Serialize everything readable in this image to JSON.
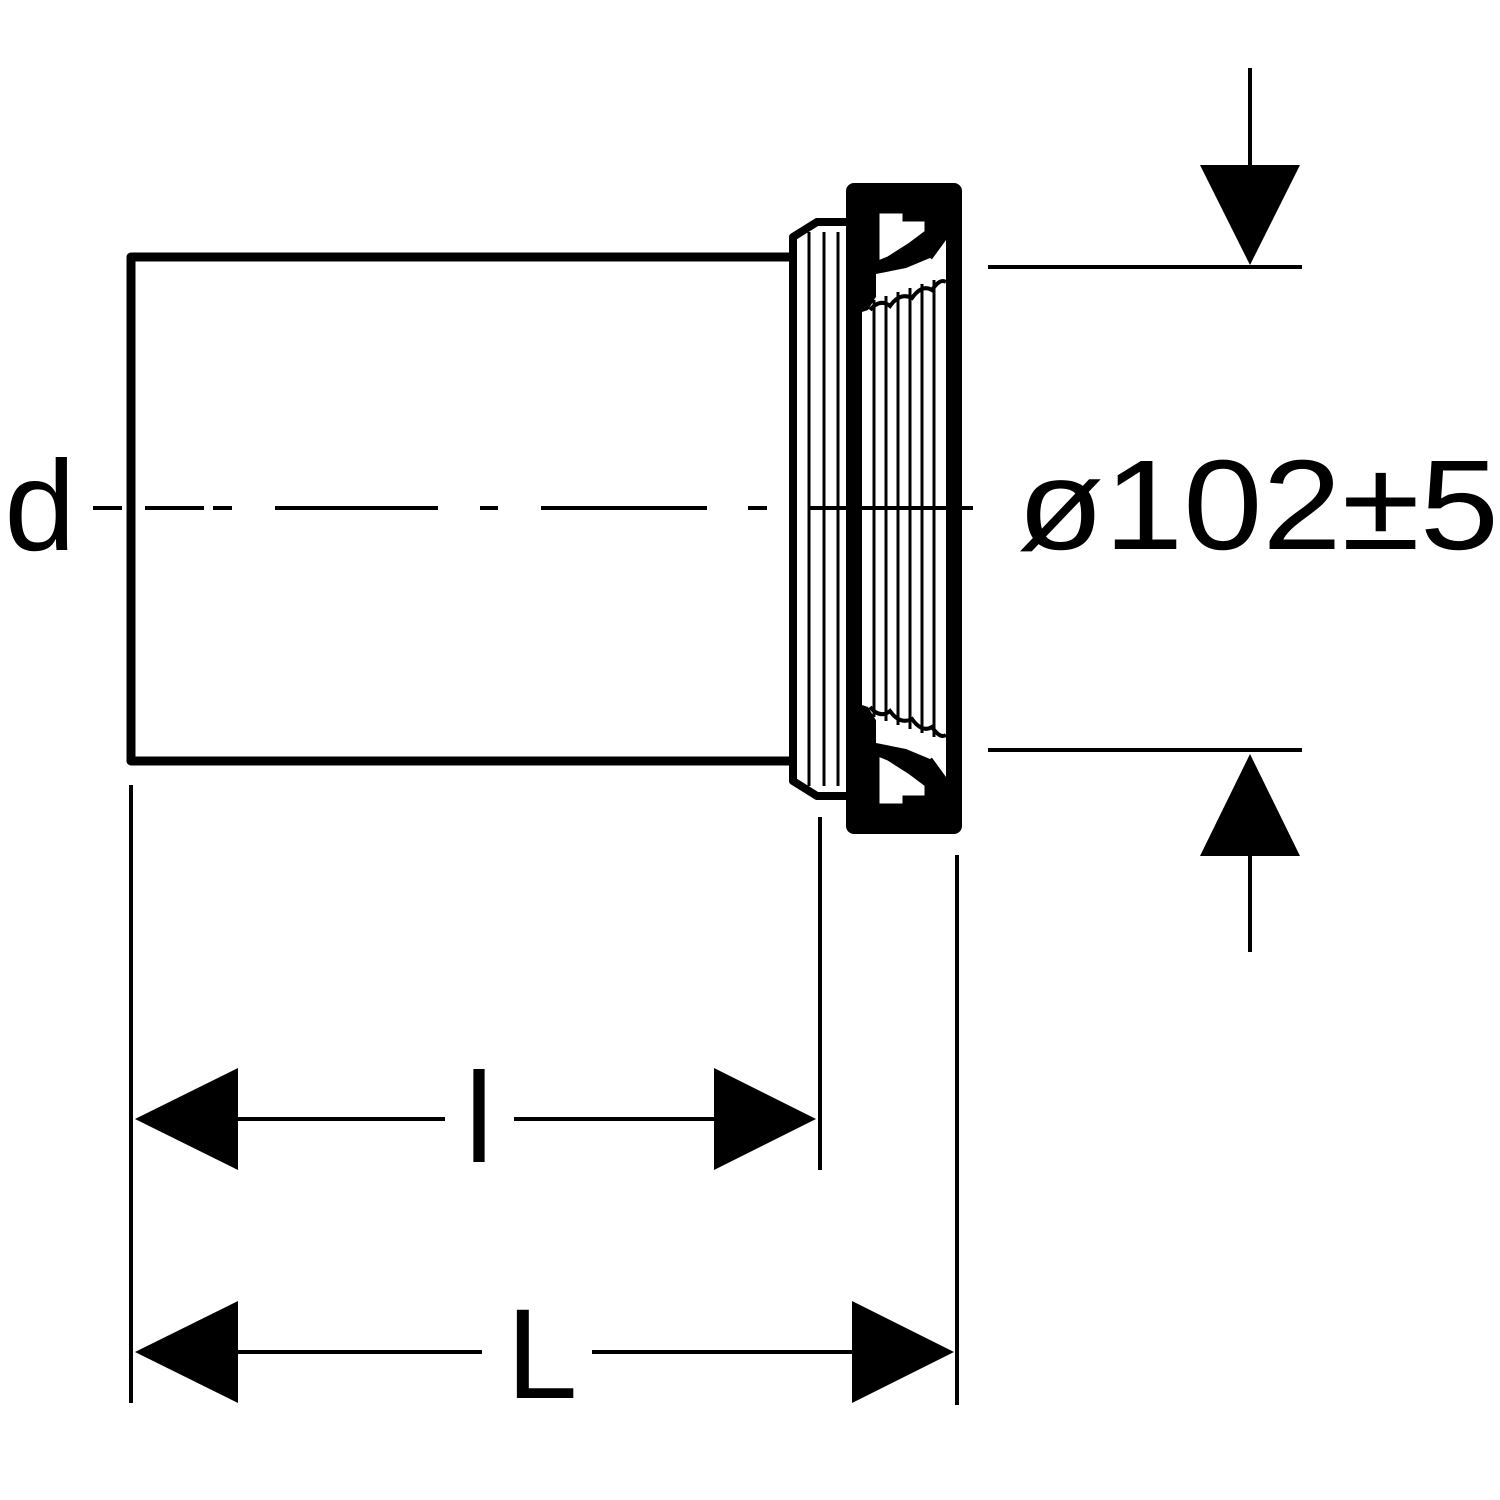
{
  "labels": {
    "d": "d",
    "diameter": "ø102±5",
    "l": "l",
    "L": "L"
  },
  "colors": {
    "line": "#000000",
    "background": "#ffffff"
  }
}
